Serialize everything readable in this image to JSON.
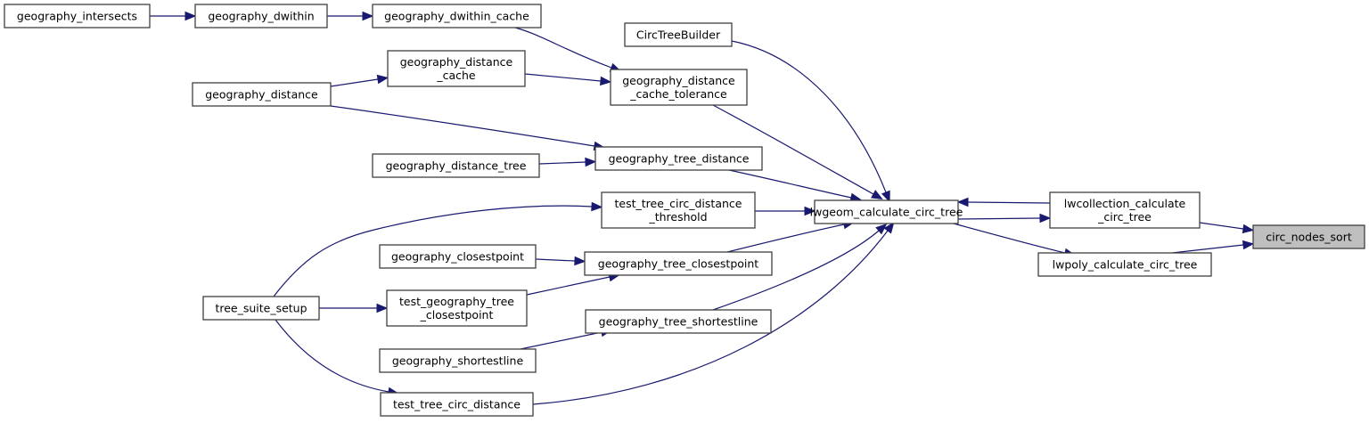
{
  "diagram": {
    "type": "caller-graph",
    "root": "circ_nodes_sort",
    "colors": {
      "edge": "#191970",
      "node_border": "#404040",
      "root_fill": "#bfbfbf",
      "node_fill": "#ffffff"
    },
    "nodes": [
      {
        "id": "geography_intersects",
        "lines": [
          "geography_intersects"
        ]
      },
      {
        "id": "geography_dwithin",
        "lines": [
          "geography_dwithin"
        ]
      },
      {
        "id": "geography_dwithin_cache",
        "lines": [
          "geography_dwithin_cache"
        ]
      },
      {
        "id": "CircTreeBuilder",
        "lines": [
          "CircTreeBuilder"
        ]
      },
      {
        "id": "geography_distance_cache",
        "lines": [
          "geography_distance",
          "_cache"
        ]
      },
      {
        "id": "geography_distance",
        "lines": [
          "geography_distance"
        ]
      },
      {
        "id": "geography_distance_cache_tolerance",
        "lines": [
          "geography_distance",
          "_cache_tolerance"
        ]
      },
      {
        "id": "geography_distance_tree",
        "lines": [
          "geography_distance_tree"
        ]
      },
      {
        "id": "geography_tree_distance",
        "lines": [
          "geography_tree_distance"
        ]
      },
      {
        "id": "test_tree_circ_distance_threshold",
        "lines": [
          "test_tree_circ_distance",
          "_threshold"
        ]
      },
      {
        "id": "lwgeom_calculate_circ_tree",
        "lines": [
          "lwgeom_calculate_circ_tree"
        ]
      },
      {
        "id": "lwcollection_calculate_circ_tree",
        "lines": [
          "lwcollection_calculate",
          "_circ_tree"
        ]
      },
      {
        "id": "circ_nodes_sort",
        "lines": [
          "circ_nodes_sort"
        ]
      },
      {
        "id": "lwpoly_calculate_circ_tree",
        "lines": [
          "lwpoly_calculate_circ_tree"
        ]
      },
      {
        "id": "geography_closestpoint",
        "lines": [
          "geography_closestpoint"
        ]
      },
      {
        "id": "geography_tree_closestpoint",
        "lines": [
          "geography_tree_closestpoint"
        ]
      },
      {
        "id": "tree_suite_setup",
        "lines": [
          "tree_suite_setup"
        ]
      },
      {
        "id": "test_geography_tree_closestpoint",
        "lines": [
          "test_geography_tree",
          "_closestpoint"
        ]
      },
      {
        "id": "geography_tree_shortestline",
        "lines": [
          "geography_tree_shortestline"
        ]
      },
      {
        "id": "geography_shortestline",
        "lines": [
          "geography_shortestline"
        ]
      },
      {
        "id": "test_tree_circ_distance",
        "lines": [
          "test_tree_circ_distance"
        ]
      }
    ],
    "edges": [
      {
        "from": "geography_intersects",
        "to": "geography_dwithin"
      },
      {
        "from": "geography_dwithin",
        "to": "geography_dwithin_cache"
      },
      {
        "from": "geography_dwithin_cache",
        "to": "geography_distance_cache_tolerance"
      },
      {
        "from": "geography_distance",
        "to": "geography_distance_cache"
      },
      {
        "from": "geography_distance_cache",
        "to": "geography_distance_cache_tolerance"
      },
      {
        "from": "geography_distance",
        "to": "geography_tree_distance"
      },
      {
        "from": "geography_distance_tree",
        "to": "geography_tree_distance"
      },
      {
        "from": "CircTreeBuilder",
        "to": "lwgeom_calculate_circ_tree"
      },
      {
        "from": "geography_distance_cache_tolerance",
        "to": "lwgeom_calculate_circ_tree"
      },
      {
        "from": "geography_tree_distance",
        "to": "lwgeom_calculate_circ_tree"
      },
      {
        "from": "test_tree_circ_distance_threshold",
        "to": "lwgeom_calculate_circ_tree"
      },
      {
        "from": "geography_tree_closestpoint",
        "to": "lwgeom_calculate_circ_tree"
      },
      {
        "from": "geography_tree_shortestline",
        "to": "lwgeom_calculate_circ_tree"
      },
      {
        "from": "test_tree_circ_distance",
        "to": "lwgeom_calculate_circ_tree"
      },
      {
        "from": "tree_suite_setup",
        "to": "test_tree_circ_distance_threshold"
      },
      {
        "from": "tree_suite_setup",
        "to": "test_geography_tree_closestpoint"
      },
      {
        "from": "tree_suite_setup",
        "to": "test_tree_circ_distance"
      },
      {
        "from": "geography_closestpoint",
        "to": "geography_tree_closestpoint"
      },
      {
        "from": "test_geography_tree_closestpoint",
        "to": "geography_tree_closestpoint"
      },
      {
        "from": "geography_shortestline",
        "to": "geography_tree_shortestline"
      },
      {
        "from": "lwcollection_calculate_circ_tree",
        "to": "lwgeom_calculate_circ_tree"
      },
      {
        "from": "lwgeom_calculate_circ_tree",
        "to": "lwcollection_calculate_circ_tree"
      },
      {
        "from": "lwcollection_calculate_circ_tree",
        "to": "circ_nodes_sort"
      },
      {
        "from": "lwpoly_calculate_circ_tree",
        "to": "circ_nodes_sort"
      },
      {
        "from": "lwgeom_calculate_circ_tree",
        "to": "lwpoly_calculate_circ_tree"
      }
    ]
  }
}
